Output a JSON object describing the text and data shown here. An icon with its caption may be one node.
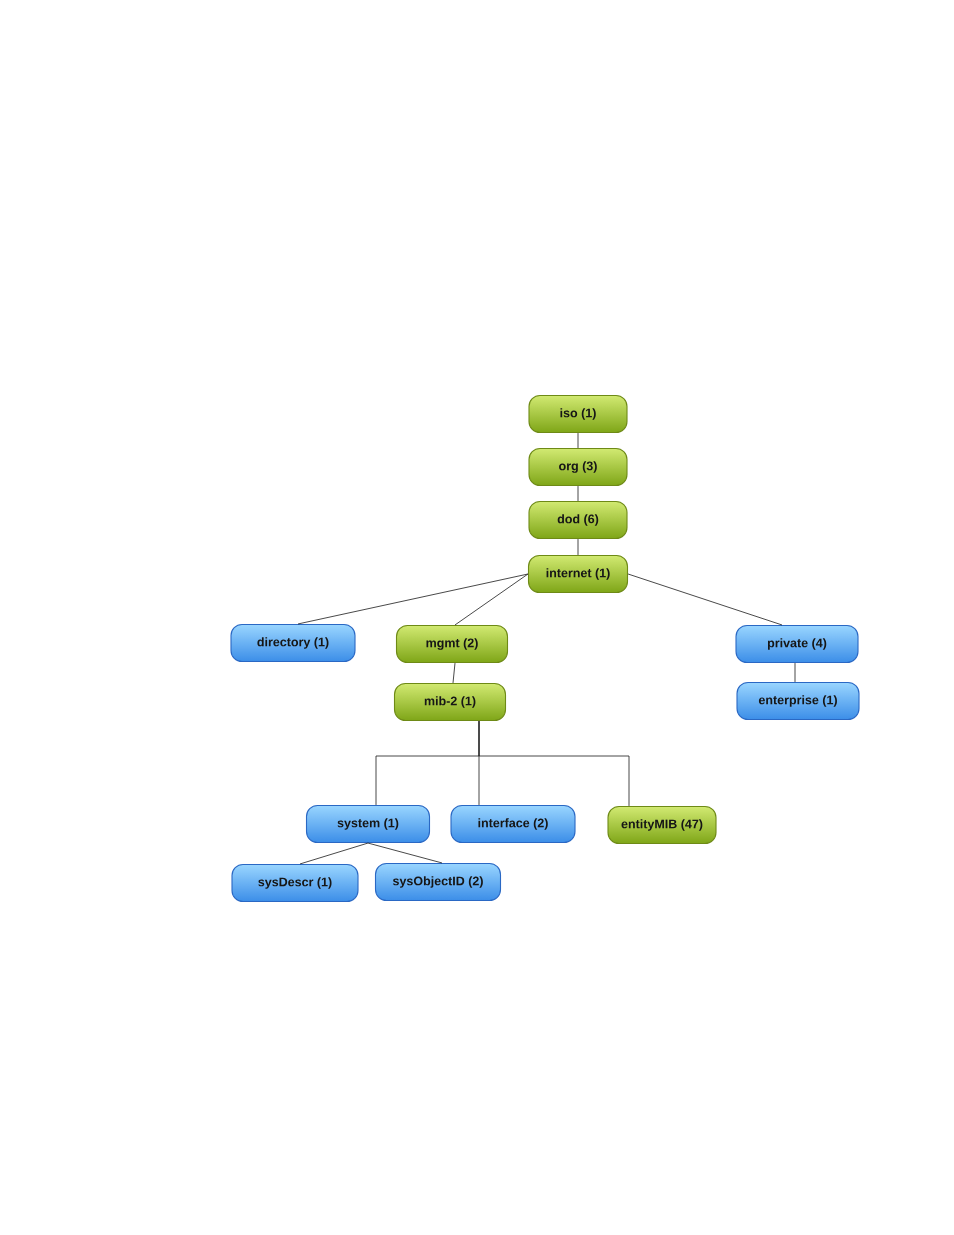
{
  "diagram": {
    "nodes": [
      {
        "text": [
          "iso (1)"
        ]
      },
      {
        "text": [
          "org (3)"
        ]
      },
      {
        "text": [
          "dod (6)"
        ]
      },
      {
        "text": [
          "internet (1)"
        ]
      },
      {
        "text": [
          "directory (1)"
        ]
      },
      {
        "text": [
          "mgmt (2)"
        ]
      },
      {
        "text": [
          "private (4)"
        ]
      },
      {
        "text": [
          "mib-2 (1)"
        ]
      },
      {
        "text": [
          "enterprise (1)"
        ]
      },
      {
        "text": [
          "system (1)"
        ]
      },
      {
        "text": [
          "interface (2)"
        ]
      },
      {
        "text": [
          "entityMIB (47)"
        ]
      },
      {
        "text": [
          "sysDescr (1)"
        ]
      },
      {
        "text": [
          "sysObjectID (2)"
        ]
      }
    ],
    "edges": [
      {
        "from": 0,
        "to": 1,
        "arrow": "none"
      },
      {
        "from": 1,
        "to": 2,
        "arrow": "none"
      },
      {
        "from": 2,
        "to": 3,
        "arrow": "none"
      },
      {
        "from": 3,
        "to": 4,
        "arrow": "none"
      },
      {
        "from": 3,
        "to": 5,
        "arrow": "none"
      },
      {
        "from": 3,
        "to": 6,
        "arrow": "none"
      },
      {
        "from": 5,
        "to": 7,
        "arrow": "none"
      },
      {
        "from": 6,
        "to": 8,
        "arrow": "none"
      },
      {
        "from": 7,
        "to": 9,
        "arrow": "none"
      },
      {
        "from": 7,
        "to": 10,
        "arrow": "none"
      },
      {
        "from": 7,
        "to": 11,
        "arrow": "none"
      },
      {
        "from": 9,
        "to": 12,
        "arrow": "none"
      },
      {
        "from": 9,
        "to": 13,
        "arrow": "none"
      }
    ]
  }
}
